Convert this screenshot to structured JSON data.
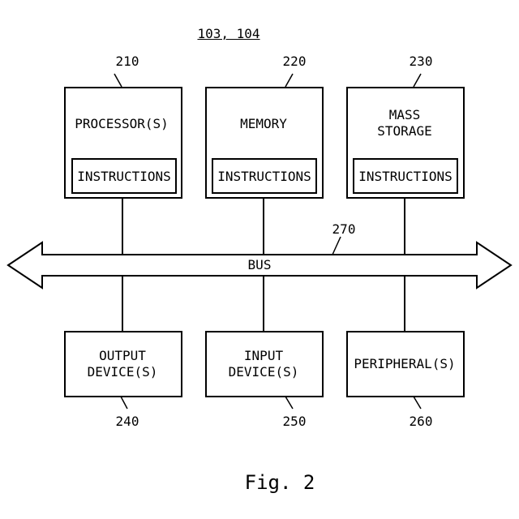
{
  "figure_ref": "103, 104",
  "bus": {
    "label": "BUS",
    "ref": "270"
  },
  "top_blocks": [
    {
      "ref": "210",
      "label": "PROCESSOR(S)",
      "inner": "INSTRUCTIONS"
    },
    {
      "ref": "220",
      "label": "MEMORY",
      "inner": "INSTRUCTIONS"
    },
    {
      "ref": "230",
      "label_line1": "MASS",
      "label_line2": "STORAGE",
      "inner": "INSTRUCTIONS"
    }
  ],
  "bottom_blocks": [
    {
      "ref": "240",
      "label_line1": "OUTPUT",
      "label_line2": "DEVICE(S)"
    },
    {
      "ref": "250",
      "label_line1": "INPUT",
      "label_line2": "DEVICE(S)"
    },
    {
      "ref": "260",
      "label": "PERIPHERAL(S)"
    }
  ],
  "caption": "Fig. 2"
}
